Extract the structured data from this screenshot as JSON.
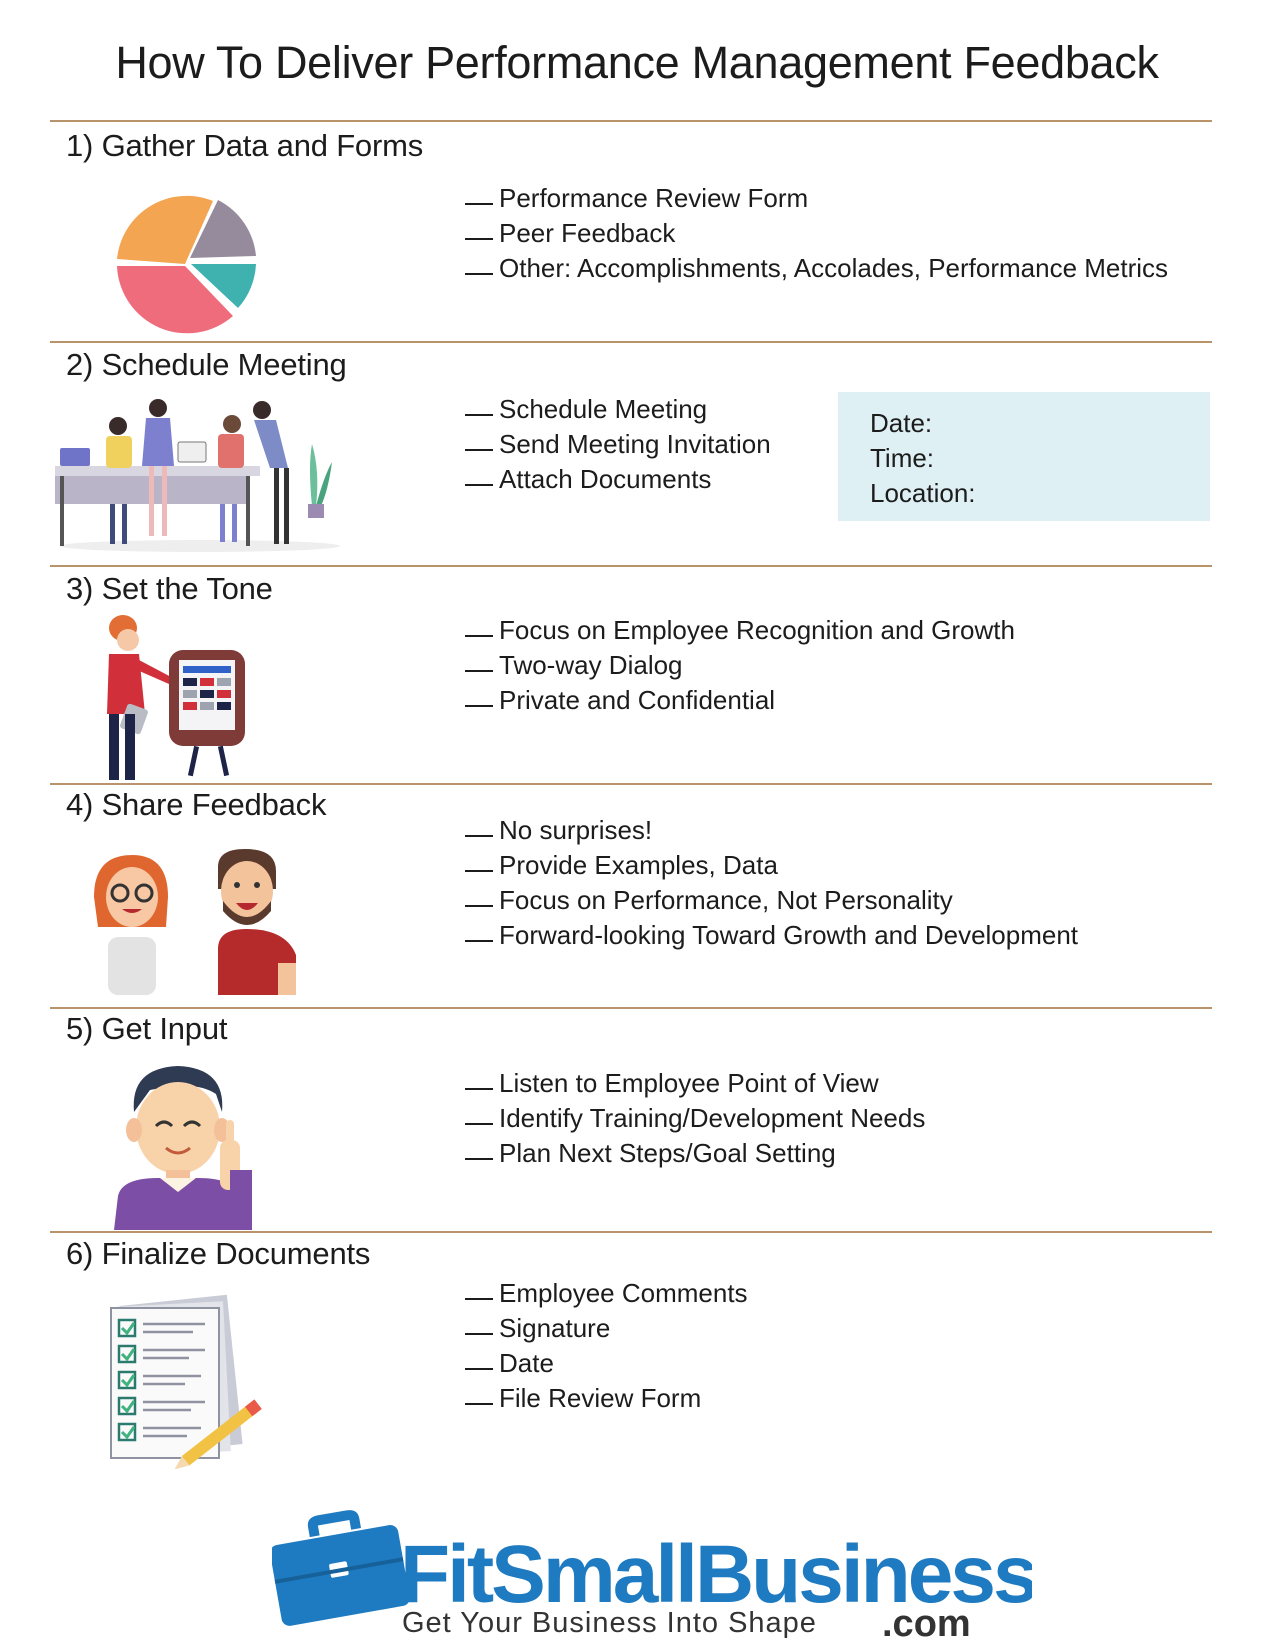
{
  "title": "How To Deliver Performance Management Feedback",
  "sections": [
    {
      "heading": "1) Gather Data and Forms",
      "icon": "pie-chart-icon",
      "items": [
        "Performance Review Form",
        "Peer Feedback",
        "Other: Accomplishments, Accolades, Performance Metrics"
      ]
    },
    {
      "heading": "2) Schedule Meeting",
      "icon": "team-meeting-illustration",
      "items": [
        "Schedule Meeting",
        "Send Meeting Invitation",
        "Attach Documents"
      ],
      "info_box": {
        "date_label": "Date:",
        "time_label": "Time:",
        "location_label": "Location:"
      }
    },
    {
      "heading": "3) Set the Tone",
      "icon": "presenter-illustration",
      "items": [
        "Focus on Employee Recognition and Growth",
        "Two-way Dialog",
        "Private and Confidential"
      ]
    },
    {
      "heading": "4) Share Feedback",
      "icon": "two-people-illustration",
      "items": [
        "No surprises!",
        "Provide Examples, Data",
        "Focus on Performance, Not Personality",
        "Forward-looking Toward Growth and Development"
      ]
    },
    {
      "heading": "5) Get Input",
      "icon": "thinking-person-illustration",
      "items": [
        "Listen to Employee Point of View",
        "Identify Training/Development Needs",
        "Plan Next Steps/Goal Setting"
      ]
    },
    {
      "heading": "6) Finalize Documents",
      "icon": "checklist-document-icon",
      "items": [
        "Employee Comments",
        "Signature",
        "Date",
        "File Review Form"
      ]
    }
  ],
  "brand": {
    "name": "FitSmallBusiness",
    "domain": ".com",
    "tagline": "Get Your Business Into Shape",
    "color": "#1f7bc1"
  },
  "colors": {
    "rule": "#b9936a",
    "info_box": "#def0f4"
  }
}
